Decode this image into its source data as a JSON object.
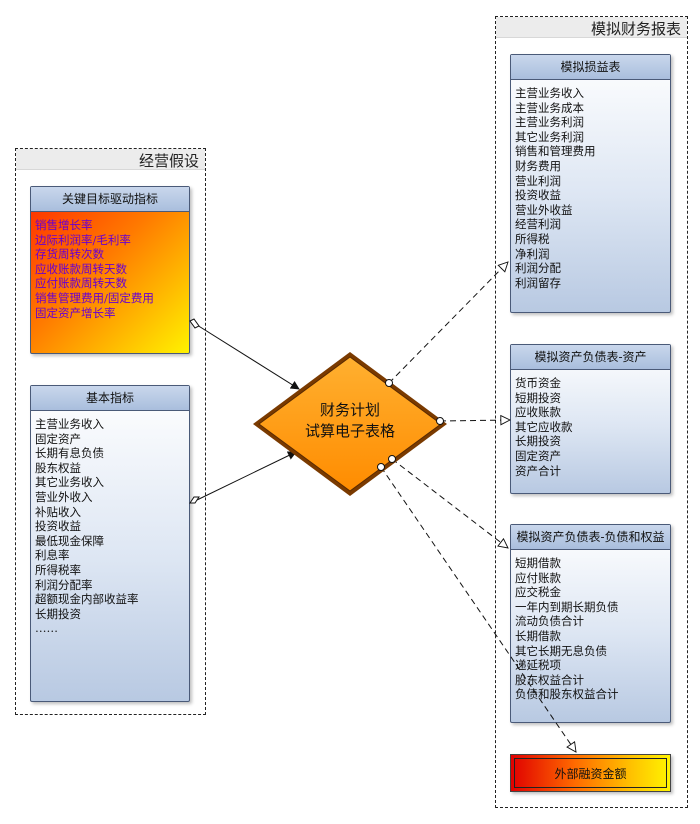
{
  "groups": {
    "assumptions_title": "经营假设",
    "statements_title": "模拟财务报表"
  },
  "key_drivers": {
    "title": "关键目标驱动指标",
    "items": [
      "销售增长率",
      "边际利润率/毛利率",
      "存货周转次数",
      "应收账款周转天数",
      "应付账款周转天数",
      "销售管理费用/固定费用",
      "固定资产增长率"
    ]
  },
  "basic_indicators": {
    "title": "基本指标",
    "items": [
      "主营业务收入",
      "固定资产",
      "长期有息负债",
      "股东权益",
      "其它业务收入",
      "营业外收入",
      "补贴收入",
      "投资收益",
      "最低现金保障",
      "利息率",
      "所得税率",
      "利润分配率",
      "超额现金内部收益率",
      "长期投资",
      "……"
    ]
  },
  "center": {
    "line1": "财务计划",
    "line2": "试算电子表格"
  },
  "income_statement": {
    "title": "模拟损益表",
    "items": [
      "主营业务收入",
      "主营业务成本",
      "主营业务利润",
      "其它业务利润",
      "销售和管理费用",
      "财务费用",
      "营业利润",
      "投资收益",
      "营业外收益",
      "经营利润",
      "所得税",
      "净利润",
      "利润分配",
      "利润留存"
    ]
  },
  "balance_assets": {
    "title": "模拟资产负债表-资产",
    "items": [
      "货币资金",
      "短期投资",
      "应收账款",
      "其它应收款",
      "长期投资",
      "固定资产",
      "资产合计"
    ]
  },
  "balance_liabilities": {
    "title": "模拟资产负债表-负债和权益",
    "items": [
      "短期借款",
      "应付账款",
      "应交税金",
      "一年内到期长期负债",
      "流动负债合计",
      "长期借款",
      "其它长期无息负债",
      "递延税项",
      "股东权益合计",
      "负债和股东权益合计"
    ]
  },
  "external_financing": {
    "label": "外部融资金额"
  },
  "colors": {
    "box_border": "#4a5a78",
    "hot_text": "#6a00d0",
    "diamond_fill": "#ff9900",
    "diamond_border": "#7a3a00"
  }
}
